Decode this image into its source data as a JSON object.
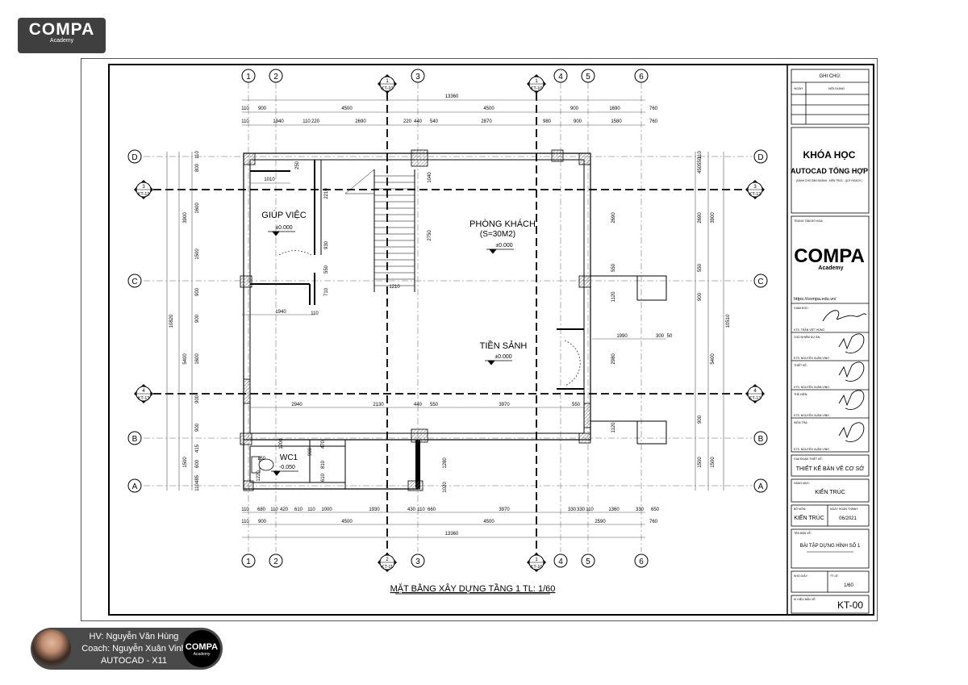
{
  "brand": {
    "name": "COMPA",
    "tagline": "Academy"
  },
  "grid": {
    "columns": [
      "1",
      "2",
      "3",
      "4",
      "5",
      "6"
    ],
    "rows": [
      "D",
      "C",
      "B",
      "A"
    ]
  },
  "section_marks": [
    {
      "num": "1",
      "ref": "KT-10"
    },
    {
      "num": "1",
      "ref": "KT-10"
    },
    {
      "num": "2",
      "ref": "KT-11"
    },
    {
      "num": "1",
      "ref": "KT-10"
    },
    {
      "num": "3",
      "ref": "KT-12"
    },
    {
      "num": "3",
      "ref": "KT-12"
    },
    {
      "num": "4",
      "ref": "KT-13"
    },
    {
      "num": "4",
      "ref": "KT-13"
    }
  ],
  "dims": {
    "top_total": "13360",
    "top_row1": [
      "110",
      "900",
      "4500",
      "4500",
      "900",
      "1690",
      "760"
    ],
    "top_row2": [
      "110",
      "1940",
      "110",
      "220",
      "2690",
      "220",
      "440",
      "540",
      "2870",
      "980",
      "900",
      "1580",
      "760"
    ],
    "bottom_row1": [
      "110",
      "680",
      "110",
      "420",
      "610",
      "110",
      "1000",
      "1930",
      "430",
      "110",
      "660",
      "3970",
      "330",
      "330",
      "110",
      "1360",
      "330",
      "650"
    ],
    "bottom_row2": [
      "110",
      "900",
      "4500",
      "4500",
      "2590",
      "760"
    ],
    "bottom_total": "13360",
    "left_outer": "10820",
    "left_mid": [
      "3900",
      "5400",
      "1500"
    ],
    "left_inner": [
      "110",
      "800",
      "1600",
      "1500",
      "900",
      "900",
      "1600",
      "900",
      "900",
      "415",
      "600",
      "485",
      "110"
    ],
    "right_outer": "10510",
    "right_mid": [
      "3900",
      "5400",
      "1500"
    ],
    "right_inner": [
      "110",
      "550",
      "450",
      "2690",
      "550",
      "900",
      "900",
      "1500"
    ],
    "interior": [
      "1010",
      "250",
      "2210",
      "930",
      "550",
      "710",
      "110",
      "1940",
      "1040",
      "2750",
      "1210",
      "2690",
      "550",
      "1120",
      "1990",
      "300",
      "50",
      "2980",
      "2940",
      "2130",
      "440",
      "550",
      "3970",
      "550",
      "1120",
      "1200",
      "470",
      "610",
      "810",
      "1280",
      "1020",
      "900",
      "150",
      "1220"
    ]
  },
  "rooms": {
    "maid": {
      "name": "GIÚP VIỆC",
      "level": "±0.000"
    },
    "living": {
      "name": "PHÒNG KHÁCH",
      "area": "(S=30M2)",
      "level": "±0.000"
    },
    "lobby": {
      "name": "TIỀN SẢNH",
      "level": "±0.000"
    },
    "wc": {
      "name": "WC1",
      "level": "-0.050"
    }
  },
  "drawing_title": "MẶT BẰNG XÂY DỰNG TẦNG 1 TL: 1/60",
  "title_block": {
    "notes_header": "GHI CHÚ:",
    "notes_col_date": "NGÀY",
    "notes_col_content": "NỘI DUNG",
    "course_line1": "KHÓA HỌC",
    "course_line2": "AUTOCAD TỔNG HỢP",
    "course_sub": "(DÀNH CHO DÂN NGÀNH : KIẾN TRÚC - QUY HOẠCH )",
    "center_label": "TRUNG TÂM ĐỒ HỌA:",
    "website": "https://compa.edu.vn/",
    "director_label": "GIÁM ĐỐC:",
    "director_name": "KTS. TRẦN VIỆT HÙNG",
    "pm_label": "CHỦ NHIỆM DỰ ÁN:",
    "pm_name": "KTS. NGUYỄN XUÂN VINH",
    "designer_label": "THIẾT KẾ:",
    "designer_name": "KTS. NGUYỄN XUÂN VINH",
    "drafter_label": "THỂ HIỆN:",
    "drafter_name": "KTS. NGUYỄN XUÂN VINH",
    "checker_label": "KIỂM TRA:",
    "checker_name": "KTS. NGUYỄN XUÂN VINH",
    "stage_label": "GIAI ĐOẠN THIẾT KẾ:",
    "stage_value": "THIẾT KẾ BẢN VẼ CƠ SỞ",
    "category_label": "HẠNG MỤC:",
    "category_value": "KIẾN TRÚC",
    "dept_label": "BỘ MÔN:",
    "dept_value": "KIẾN TRÚC",
    "date_label": "NGÀY HOÀN THÀNH:",
    "date_value": "06/2021",
    "sheet_name_label": "TÊN BẢN VẼ:",
    "sheet_name_value": "BÀI TẬP DỰNG HÌNH SỐ 1",
    "paper_label": "KHỔ GIẤY:",
    "scale_label": "TỶ LỆ:",
    "scale_value": "1/60",
    "sheet_no_label": "KÍ HIỆU BẢN VẼ:",
    "sheet_no_value": "KT-00"
  },
  "student": {
    "line1": "HV: Nguyễn Văn Hùng",
    "line2": "Coach: Nguyễn Xuân Vinh",
    "line3": "AUTOCAD - X11"
  }
}
